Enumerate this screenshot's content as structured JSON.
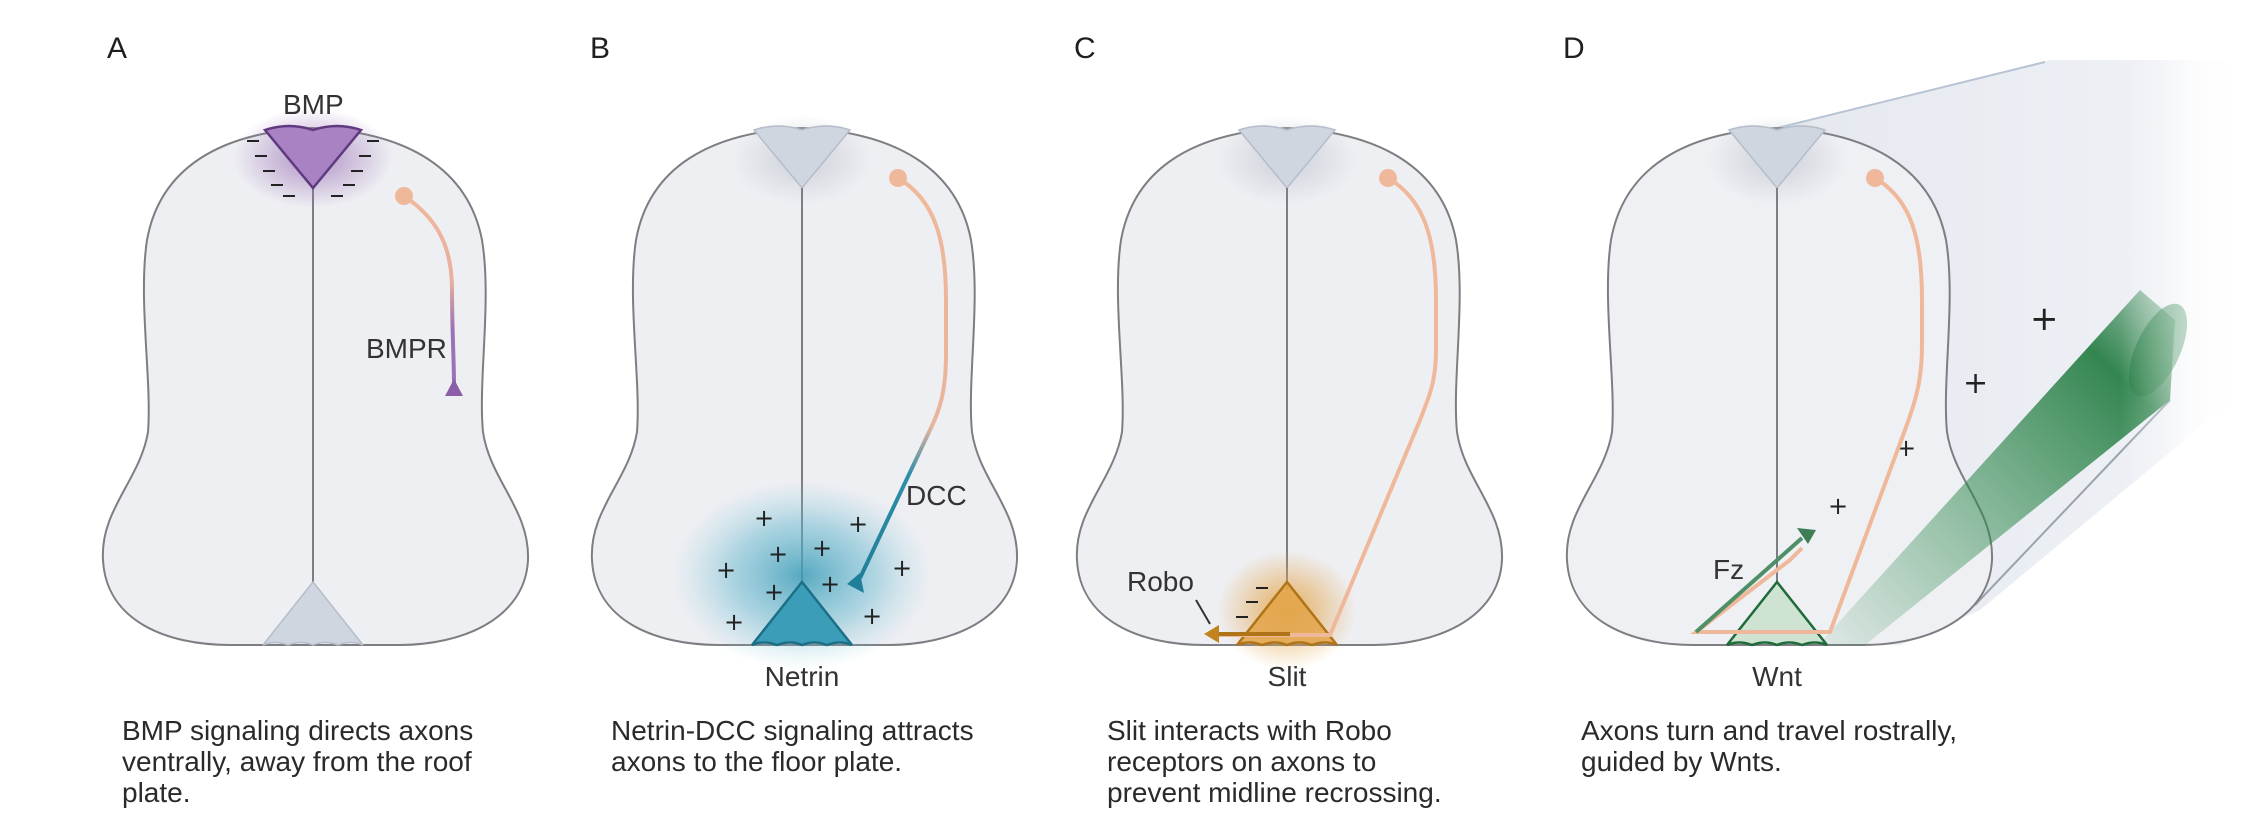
{
  "panels": [
    {
      "letter": "A",
      "labels": {
        "top": "BMP",
        "receptor": "BMPR"
      },
      "caption": [
        "BMP signaling directs axons",
        "ventrally, away from the roof",
        "plate."
      ]
    },
    {
      "letter": "B",
      "labels": {
        "receptor": "DCC",
        "bottom": "Netrin"
      },
      "caption": [
        "Netrin-DCC signaling attracts",
        "axons to the floor plate."
      ]
    },
    {
      "letter": "C",
      "labels": {
        "receptor": "Robo",
        "bottom": "Slit"
      },
      "caption": [
        "Slit interacts with Robo",
        "receptors on axons to",
        "prevent midline recrossing."
      ]
    },
    {
      "letter": "D",
      "labels": {
        "receptor": "Fz",
        "bottom": "Wnt"
      },
      "caption": [
        "Axons turn and travel rostrally,",
        "guided by Wnts."
      ]
    }
  ],
  "signs": {
    "minus": "−",
    "plus": "+"
  },
  "colors": {
    "tissue": "#eeeff3",
    "outline": "#7d7e82",
    "roof_plate": "#cfd6df",
    "bmp": "#9b72b5",
    "netrin": "#3c9db8",
    "slit": "#e3a54a",
    "wnt": "#2f8a4d",
    "axon": "#f0b89b"
  }
}
